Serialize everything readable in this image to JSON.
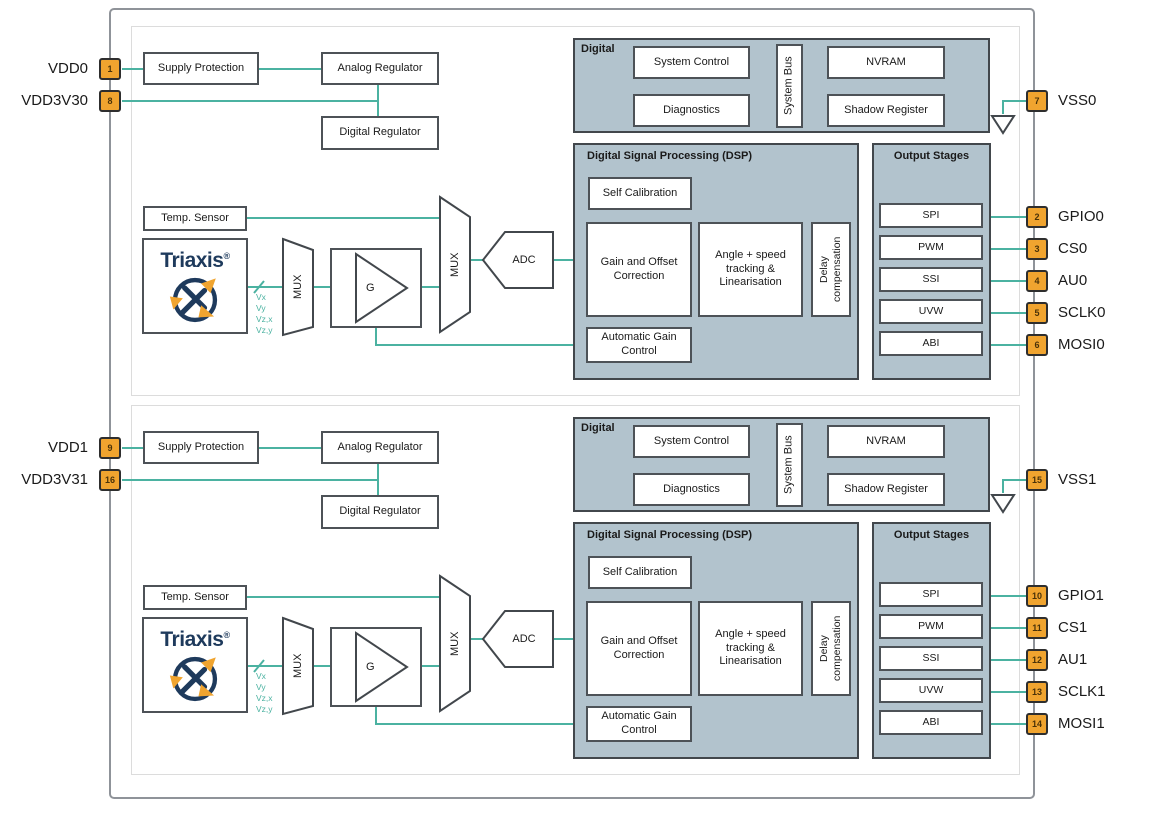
{
  "diagram": {
    "description": "Dual-die Triaxis magnetic position sensor block diagram",
    "colors": {
      "wire_teal": "#4BB2A1",
      "block_fill_grey_blue": "#B2C3CD",
      "block_border": "#42474C",
      "box_border": "#4D5257",
      "pin_fill_orange": "#F0A42F",
      "pin_border": "#2E2E2E",
      "logo_navy": "#1E3A5C",
      "chip_outline_grey": "#8F9399"
    },
    "labels": {
      "supply_protection": "Supply Protection",
      "analog_regulator": "Analog Regulator",
      "digital_regulator": "Digital Regulator",
      "digital": "Digital",
      "system_control": "System Control",
      "diagnostics": "Diagnostics",
      "system_bus": "System Bus",
      "nvram": "NVRAM",
      "shadow_register": "Shadow Register",
      "dsp_title": "Digital Signal Processing (DSP)",
      "self_calibration": "Self Calibration",
      "gain_offset": "Gain and Offset Correction",
      "angle_speed": "Angle + speed tracking & Linearisation",
      "delay_compensation": "Delay compensation",
      "agc": "Automatic Gain Control",
      "output_stages": "Output Stages",
      "spi": "SPI",
      "pwm": "PWM",
      "ssi": "SSI",
      "uvw": "UVW",
      "abi": "ABI",
      "temp_sensor": "Temp. Sensor",
      "triaxis": "Triaxis",
      "registered": "®",
      "mux": "MUX",
      "gain": "G",
      "adc": "ADC"
    },
    "signals": [
      "Vx",
      "Vy",
      "Vz,x",
      "Vz,y"
    ],
    "pins_left": [
      {
        "number": "1",
        "label": "VDD0"
      },
      {
        "number": "8",
        "label": "VDD3V30"
      },
      {
        "number": "9",
        "label": "VDD1"
      },
      {
        "number": "16",
        "label": "VDD3V31"
      }
    ],
    "pins_right": [
      {
        "number": "7",
        "label": "VSS0"
      },
      {
        "number": "2",
        "label": "GPIO0"
      },
      {
        "number": "3",
        "label": "CS0"
      },
      {
        "number": "4",
        "label": "AU0"
      },
      {
        "number": "5",
        "label": "SCLK0"
      },
      {
        "number": "6",
        "label": "MOSI0"
      },
      {
        "number": "15",
        "label": "VSS1"
      },
      {
        "number": "10",
        "label": "GPIO1"
      },
      {
        "number": "11",
        "label": "CS1"
      },
      {
        "number": "12",
        "label": "AU1"
      },
      {
        "number": "13",
        "label": "SCLK1"
      },
      {
        "number": "14",
        "label": "MOSI1"
      }
    ]
  }
}
